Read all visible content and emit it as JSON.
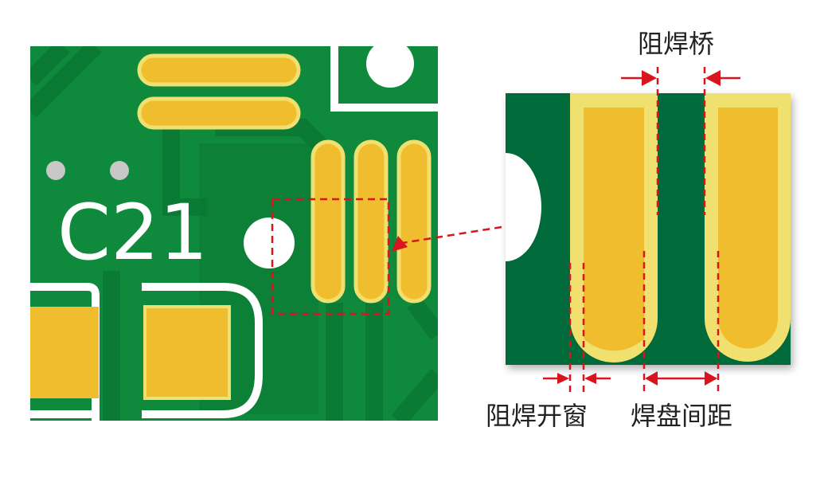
{
  "board": {
    "designator": "C21"
  },
  "labels": {
    "solder_mask_bridge": "阻焊桥",
    "solder_mask_opening": "阻焊开窗",
    "pad_spacing": "焊盘间距"
  },
  "colors": {
    "board_green": "#0f8a3c",
    "trace_green": "#0a7a34",
    "detail_green": "#006a3a",
    "pad_gold": "#f0bd2e",
    "mask_opening": "#f0e070",
    "annotation_red": "#d9141e",
    "silkscreen": "#ffffff"
  }
}
